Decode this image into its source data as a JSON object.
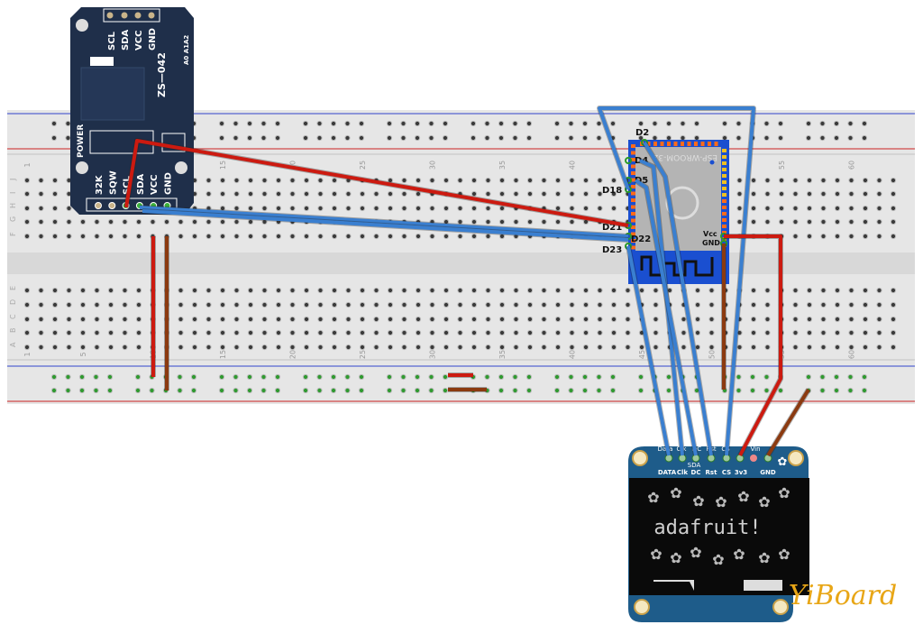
{
  "breadboard": {
    "row_letters_top": [
      "J",
      "I",
      "H",
      "G",
      "F"
    ],
    "row_letters_bottom": [
      "E",
      "D",
      "C",
      "B",
      "A"
    ],
    "column_numbers": [
      "1",
      "5",
      "10",
      "15",
      "20",
      "25",
      "30",
      "35",
      "40",
      "45",
      "50",
      "55",
      "60"
    ]
  },
  "rtc_module": {
    "name": "ZS—042",
    "top_pins": [
      "SCL",
      "SDA",
      "VCC",
      "GND"
    ],
    "address_pads": "A0 A1A2",
    "power_label": "POWER",
    "bottom_pins": [
      "32K",
      "SQW",
      "SCL",
      "SDA",
      "VCC",
      "GND"
    ]
  },
  "esp_module": {
    "name": "ESP-WROOM-32",
    "pins": [
      "D2",
      "D4",
      "D5",
      "D18",
      "D21",
      "D22",
      "D23",
      "Vcc",
      "GND"
    ]
  },
  "oled": {
    "top_labels": [
      "Data",
      "Clk",
      "SDA",
      "DC",
      "Rst",
      "CS",
      "Vin"
    ],
    "pins": [
      "DATA",
      "Clk",
      "DC",
      "Rst",
      "CS",
      "3v3",
      "GND"
    ],
    "screen_text": "adafruit!"
  },
  "watermark": "YiBoard",
  "colors": {
    "wire_red": "#cc1a10",
    "wire_blue": "#3a7fd0",
    "wire_brown": "#8b3a10",
    "board_navy": "#1f2f4a",
    "oled_blue": "#1e5c8a",
    "breadboard": "#e8e8e8"
  }
}
